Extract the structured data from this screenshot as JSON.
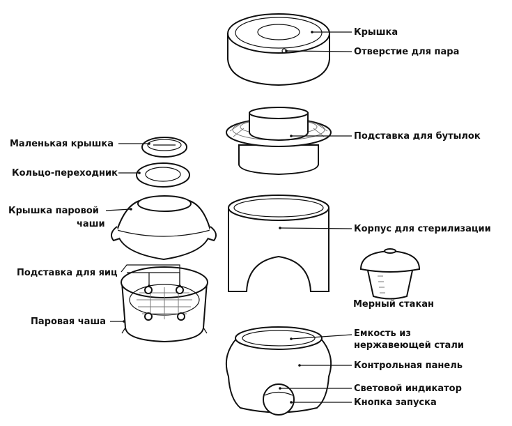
{
  "labels": {
    "lid": "Крышка",
    "steam_vent": "Отверстие для пара",
    "bottle_rack": "Подставка для бутылок",
    "sterilization_body": "Корпус для стерилизации",
    "measuring_cup": "Мерный стакан",
    "steel_tank_line1": "Емкость из",
    "steel_tank_line2": "нержавеющей стали",
    "control_panel": "Контрольная панель",
    "light_indicator": "Световой индикатор",
    "start_button": "Кнопка запуска",
    "small_lid": "Маленькая крышка",
    "adapter_ring": "Кольцо-переходник",
    "steam_bowl_lid_line1": "Крышка  паровой",
    "steam_bowl_lid_line2": "чаши",
    "egg_holder": "Подставка для яиц",
    "steam_bowl": "Паровая чаша"
  }
}
